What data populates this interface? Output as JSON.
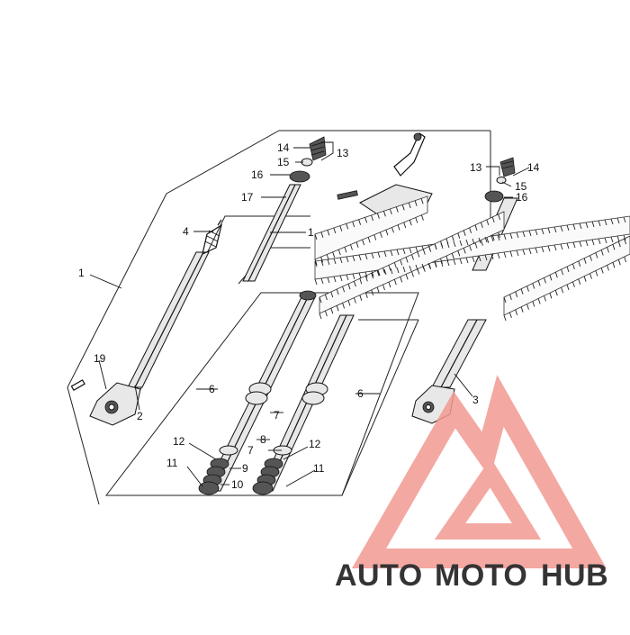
{
  "diagram": {
    "callouts": {
      "c1": "1",
      "c1b": "1",
      "c2": "2",
      "c3": "3",
      "c4": "4",
      "c6a": "6",
      "c6b": "6",
      "c7a": "7",
      "c7b": "7",
      "c8": "8",
      "c9": "9",
      "c10": "10",
      "c11a": "11",
      "c11b": "11",
      "c12a": "12",
      "c12b": "12",
      "c13a": "13",
      "c13b": "13",
      "c14a": "14",
      "c14b": "14",
      "c15a": "15",
      "c15b": "15",
      "c16a": "16",
      "c16b": "16",
      "c17": "17",
      "c19": "19"
    }
  },
  "watermark": {
    "auto": "AUTO",
    "moto": "MOTO",
    "hub": "HUB",
    "colors": {
      "auto": "#f5b97a",
      "moto": "#f08a80",
      "hub": "#7f8c9a",
      "logo": "#f29a92"
    }
  }
}
